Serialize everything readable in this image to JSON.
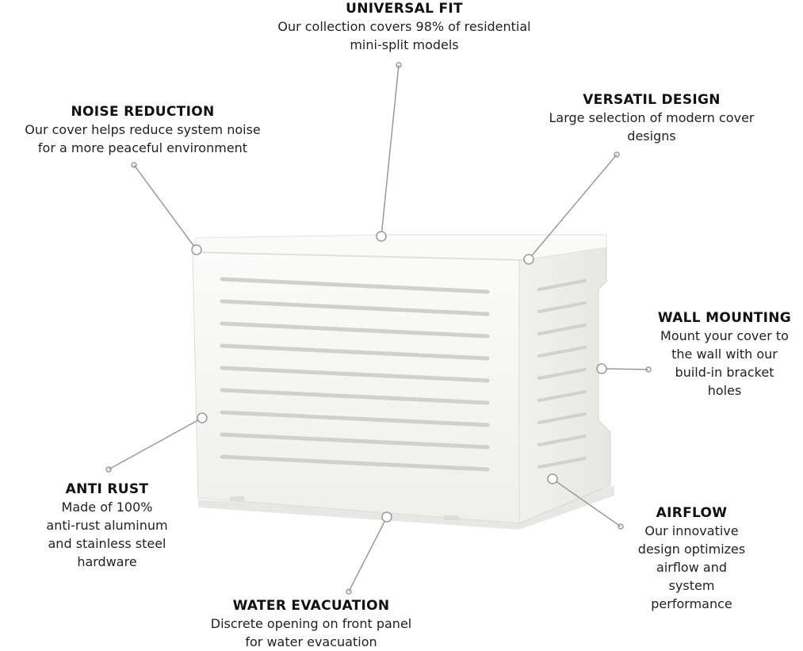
{
  "features": {
    "universal_fit": {
      "title": "UNIVERSAL FIT",
      "lines": [
        "Our collection covers 98% of residential",
        "mini-split models"
      ]
    },
    "noise_reduction": {
      "title": "NOISE REDUCTION",
      "lines": [
        "Our cover helps reduce system noise",
        "for a more peaceful environment"
      ]
    },
    "versatil_design": {
      "title": "VERSATIL DESIGN",
      "lines": [
        "Large selection of modern cover",
        "designs"
      ]
    },
    "wall_mounting": {
      "title": "WALL MOUNTING",
      "lines": [
        "Mount your cover to",
        "the wall with our",
        "build-in bracket",
        "holes"
      ]
    },
    "anti_rust": {
      "title": "ANTI RUST",
      "lines": [
        "Made of 100%",
        "anti-rust aluminum",
        "and stainless steel",
        "hardware"
      ]
    },
    "airflow": {
      "title": "AIRFLOW",
      "lines": [
        "Our innovative",
        "design optimizes",
        "airflow and",
        "system",
        "performance"
      ]
    },
    "water_evacuation": {
      "title": "WATER EVACUATION",
      "lines": [
        "Discrete opening on front panel",
        "for water evacuation"
      ]
    }
  },
  "product": {
    "name": "mini-split-ac-cover-icon",
    "color": "#f7f7f5"
  },
  "colors": {
    "connector": "#9a9a9a",
    "text": "#1c1c1c"
  }
}
